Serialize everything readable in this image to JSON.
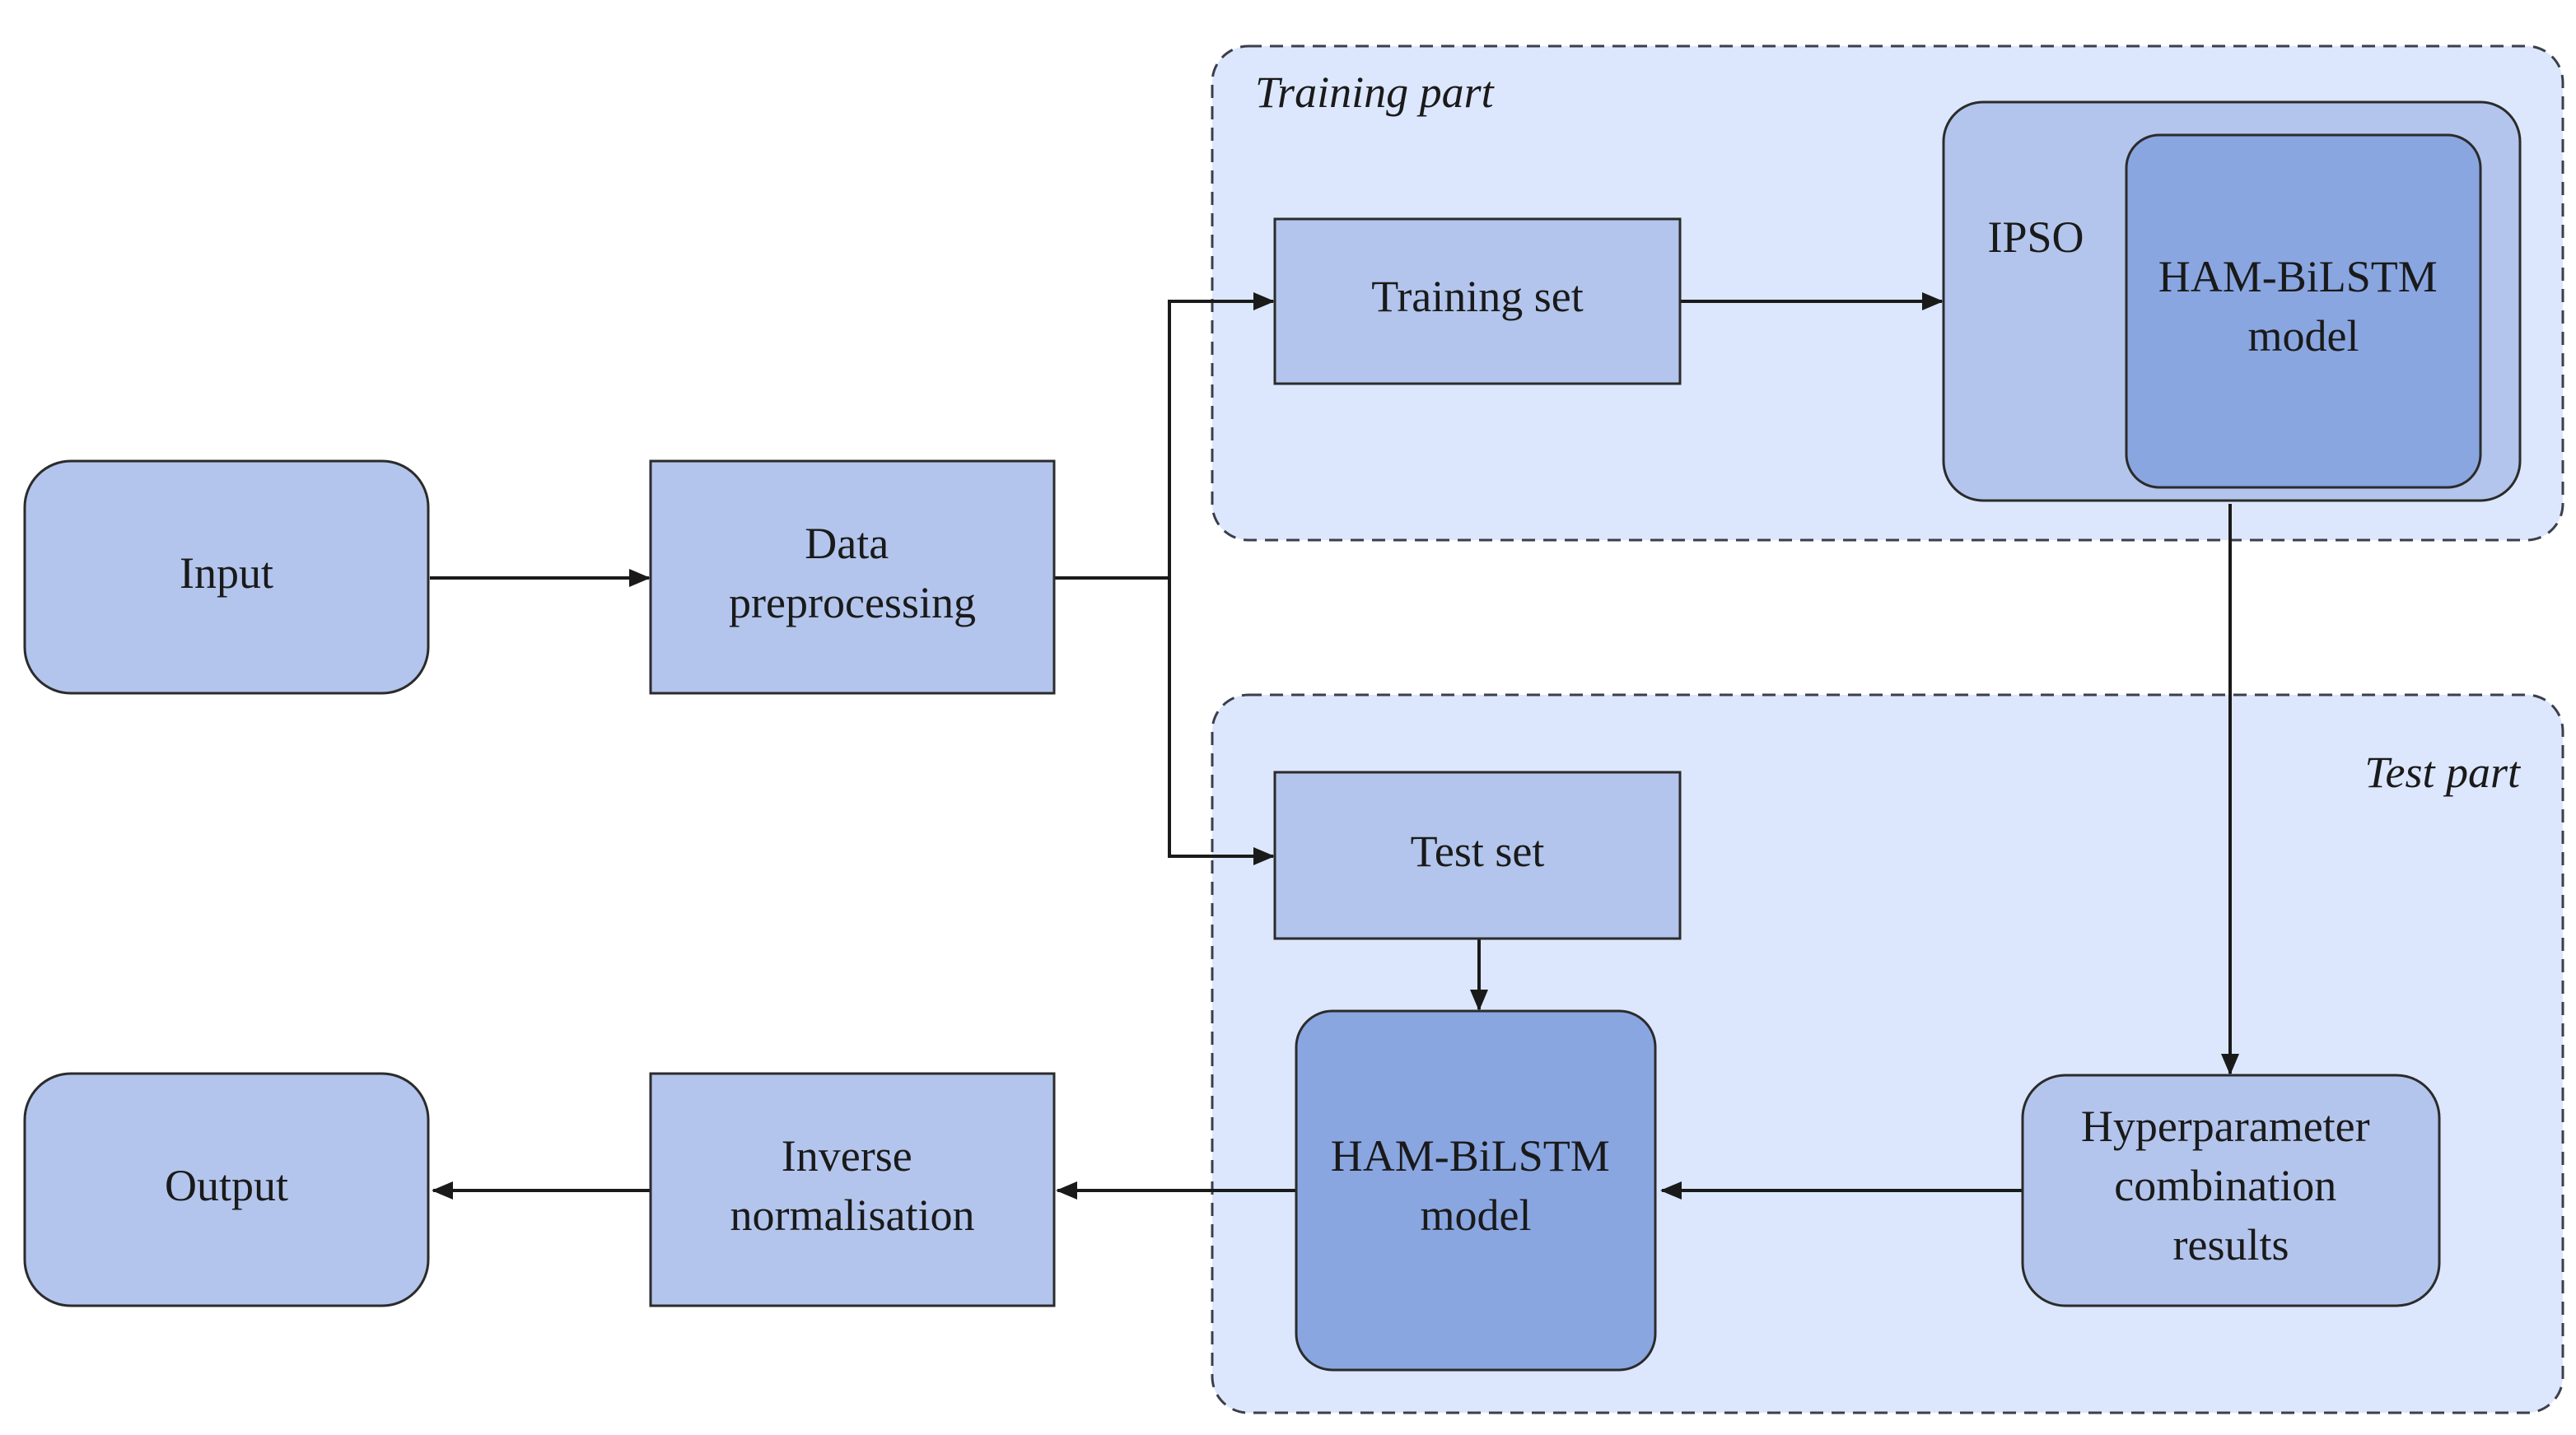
{
  "regions": {
    "training": {
      "label": "Training part"
    },
    "test": {
      "label": "Test part"
    }
  },
  "nodes": {
    "input": {
      "lines": [
        "Input"
      ]
    },
    "data_preprocessing": {
      "lines": [
        "Data",
        "preprocessing"
      ]
    },
    "training_set": {
      "lines": [
        "Training set"
      ]
    },
    "ipso": {
      "lines": [
        "IPSO"
      ]
    },
    "ham_bilstm_train": {
      "lines": [
        "HAM-BiLSTM",
        "model"
      ]
    },
    "test_set": {
      "lines": [
        "Test set"
      ]
    },
    "ham_bilstm_test": {
      "lines": [
        "HAM-BiLSTM",
        "model"
      ]
    },
    "hyperparameter_results": {
      "lines": [
        "Hyperparameter",
        "combination",
        "results"
      ]
    },
    "inverse_normalisation": {
      "lines": [
        "Inverse",
        "normalisation"
      ]
    },
    "output": {
      "lines": [
        "Output"
      ]
    }
  },
  "edges": [
    {
      "from": "input",
      "to": "data_preprocessing"
    },
    {
      "from": "data_preprocessing",
      "to": "training_set"
    },
    {
      "from": "data_preprocessing",
      "to": "test_set"
    },
    {
      "from": "training_set",
      "to": "ipso"
    },
    {
      "from": "ipso",
      "to": "hyperparameter_results"
    },
    {
      "from": "test_set",
      "to": "ham_bilstm_test"
    },
    {
      "from": "hyperparameter_results",
      "to": "ham_bilstm_test"
    },
    {
      "from": "ham_bilstm_test",
      "to": "inverse_normalisation"
    },
    {
      "from": "inverse_normalisation",
      "to": "output"
    }
  ],
  "colors": {
    "region_fill": "#dce7fd",
    "node_light": "#b3c5ec",
    "node_dark": "#89a6e1",
    "stroke": "#2b2b2b"
  }
}
